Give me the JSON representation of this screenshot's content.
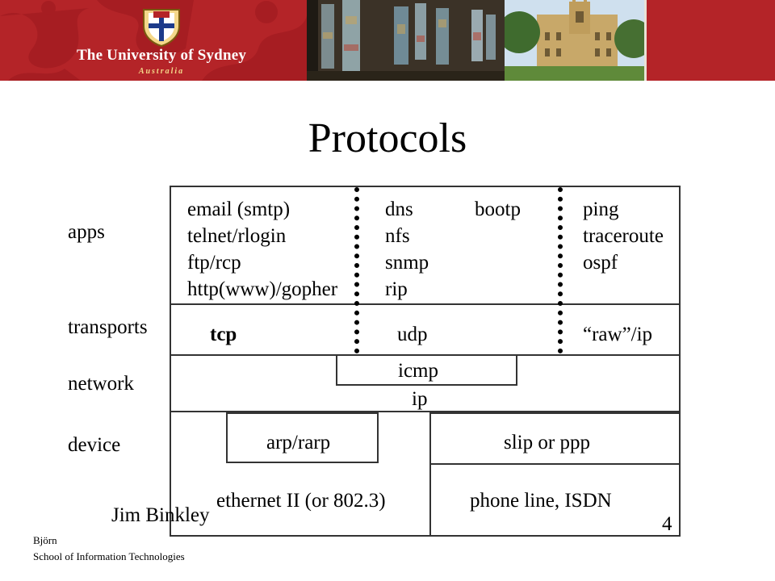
{
  "header": {
    "university_name": "The University of Sydney",
    "university_country": "Australia",
    "colors": {
      "banner_red": "#b42428",
      "gold": "#f4d88a"
    }
  },
  "slide": {
    "title": "Protocols",
    "page_number": "4",
    "author": "Jim Binkley"
  },
  "layers": {
    "apps": "apps",
    "transports": "transports",
    "network": "network",
    "device": "device"
  },
  "apps": {
    "col1": [
      "email (smtp)",
      "telnet/rlogin",
      "ftp/rcp",
      "http(www)/gopher"
    ],
    "col2": [
      "dns",
      "nfs",
      "snmp",
      "rip"
    ],
    "col2b": "bootp",
    "col3": [
      "ping",
      "traceroute",
      "ospf"
    ]
  },
  "transports": {
    "tcp": "tcp",
    "udp": "udp",
    "raw": "“raw”/ip"
  },
  "network": {
    "icmp": "icmp",
    "ip": "ip"
  },
  "device": {
    "arp": "arp/rarp",
    "slip": "slip or ppp",
    "ethernet": "ethernet II (or 802.3)",
    "phone": "phone line,  ISDN"
  },
  "footer": {
    "line1": "Björn",
    "line2": "School of Information Technologies"
  }
}
